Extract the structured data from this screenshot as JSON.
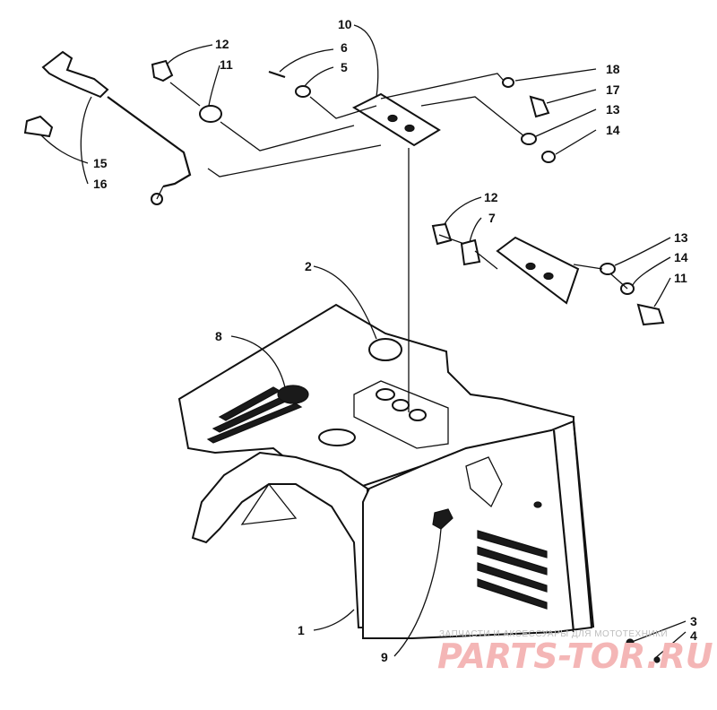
{
  "diagram": {
    "callouts": [
      {
        "id": "c10a",
        "text": "10"
      },
      {
        "id": "c12a",
        "text": "12"
      },
      {
        "id": "c6",
        "text": "6"
      },
      {
        "id": "c11a",
        "text": "11"
      },
      {
        "id": "c5",
        "text": "5"
      },
      {
        "id": "c18",
        "text": "18"
      },
      {
        "id": "c17",
        "text": "17"
      },
      {
        "id": "c13a",
        "text": "13"
      },
      {
        "id": "c14a",
        "text": "14"
      },
      {
        "id": "c15",
        "text": "15"
      },
      {
        "id": "c16",
        "text": "16"
      },
      {
        "id": "c12b",
        "text": "12"
      },
      {
        "id": "c7",
        "text": "7"
      },
      {
        "id": "c13b",
        "text": "13"
      },
      {
        "id": "c14b",
        "text": "14"
      },
      {
        "id": "c11b",
        "text": "11"
      },
      {
        "id": "c2",
        "text": "2"
      },
      {
        "id": "c8",
        "text": "8"
      },
      {
        "id": "c1",
        "text": "1"
      },
      {
        "id": "c9",
        "text": "9"
      },
      {
        "id": "c3",
        "text": "3"
      },
      {
        "id": "c4",
        "text": "4"
      }
    ]
  },
  "watermark": {
    "tagline": "ЗАПЧАСТИ И АКСЕССУАРЫ ДЛЯ МОТОТЕХНИКИ",
    "brand": "PARTS-TOR.RU"
  }
}
